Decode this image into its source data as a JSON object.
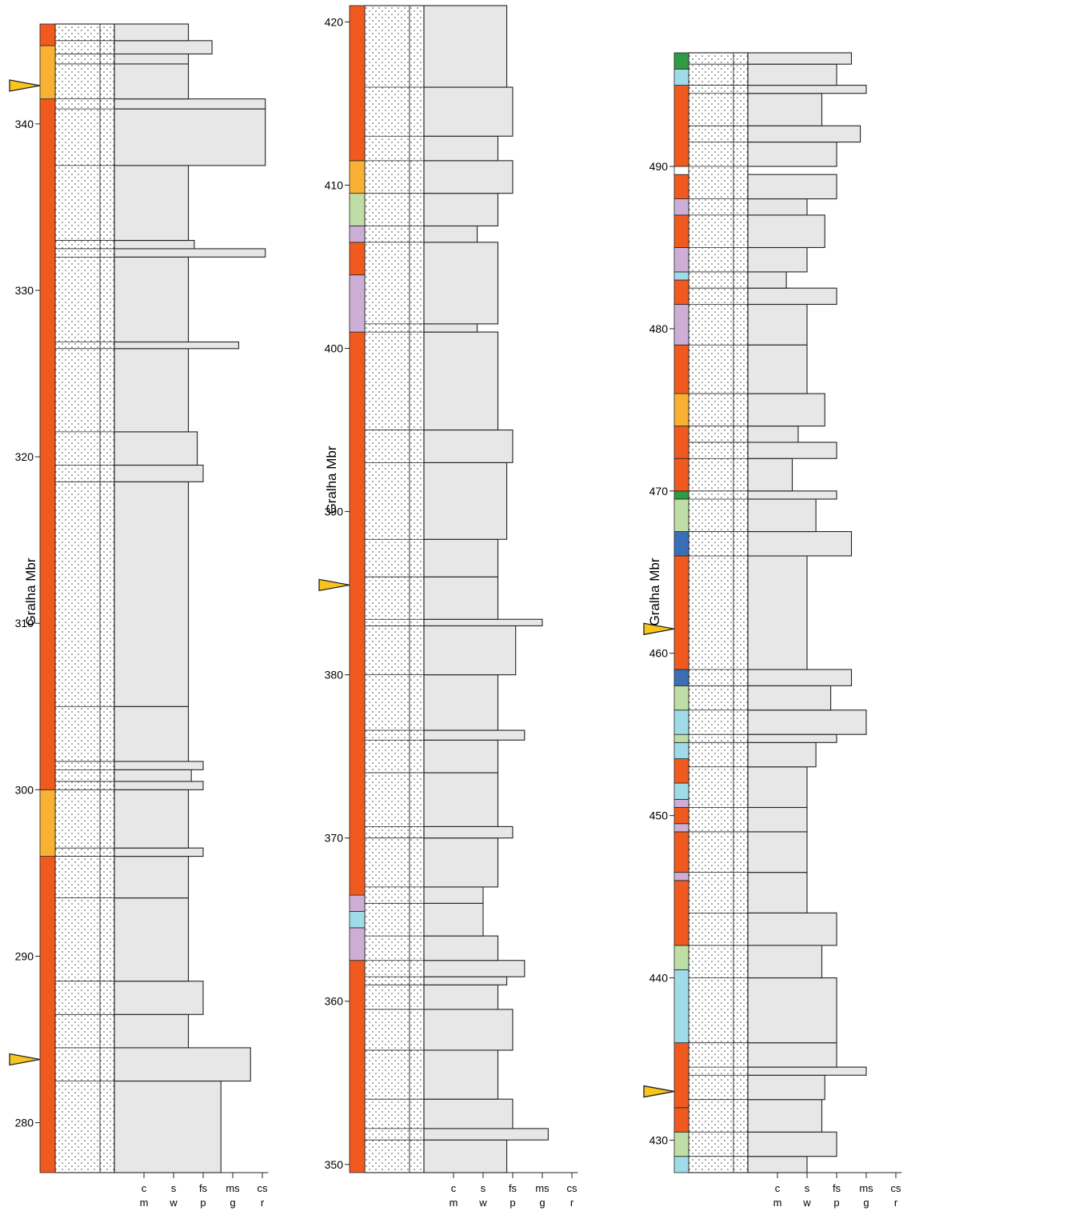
{
  "member_label": "Gralha Mbr",
  "colors": {
    "orange": "#f05a1f",
    "yellow_orange": "#f8b133",
    "purple": "#cdaed6",
    "light_green": "#bedea5",
    "light_blue": "#9fdbe8",
    "dark_green": "#2f9b45",
    "blue": "#3a6fb8",
    "box": "#e7e7e7",
    "marker": "#f7c51c"
  },
  "grain_axis": {
    "top_labels": [
      "c",
      "s",
      "fs",
      "ms",
      "cs"
    ],
    "bottom_labels": [
      "m",
      "w",
      "p",
      "g",
      "r"
    ]
  },
  "columns": [
    {
      "id": "left",
      "depth_range": [
        277,
        346
      ],
      "ticks": [
        "280",
        "290",
        "300",
        "310",
        "320",
        "330",
        "340"
      ],
      "color_bar": [
        {
          "from": 277,
          "to": 296,
          "color": "orange"
        },
        {
          "from": 296,
          "to": 300,
          "color": "yellow_orange"
        },
        {
          "from": 300,
          "to": 341.5,
          "color": "orange"
        },
        {
          "from": 341.5,
          "to": 344.7,
          "color": "yellow_orange"
        },
        {
          "from": 344.7,
          "to": 346,
          "color": "orange"
        }
      ],
      "beds": [
        {
          "from": 277,
          "to": 282.5,
          "w": 3.6
        },
        {
          "from": 282.5,
          "to": 284.5,
          "w": 4.6
        },
        {
          "from": 284.5,
          "to": 286.5,
          "w": 2.5
        },
        {
          "from": 286.5,
          "to": 288.5,
          "w": 3
        },
        {
          "from": 288.5,
          "to": 293.5,
          "w": 2.5
        },
        {
          "from": 293.5,
          "to": 296,
          "w": 2.5
        },
        {
          "from": 296,
          "to": 296.5,
          "w": 3
        },
        {
          "from": 296.5,
          "to": 300,
          "w": 2.5
        },
        {
          "from": 300,
          "to": 300.5,
          "w": 3
        },
        {
          "from": 300.5,
          "to": 301.2,
          "w": 2.6
        },
        {
          "from": 301.2,
          "to": 301.7,
          "w": 3
        },
        {
          "from": 301.7,
          "to": 305,
          "w": 2.5
        },
        {
          "from": 305,
          "to": 318.5,
          "w": 2.5
        },
        {
          "from": 318.5,
          "to": 319.5,
          "w": 3
        },
        {
          "from": 319.5,
          "to": 321.5,
          "w": 2.8
        },
        {
          "from": 321.5,
          "to": 326.5,
          "w": 2.5
        },
        {
          "from": 326.5,
          "to": 326.9,
          "w": 4.2
        },
        {
          "from": 326.9,
          "to": 332,
          "w": 2.5
        },
        {
          "from": 332,
          "to": 332.5,
          "w": 5.1
        },
        {
          "from": 332.5,
          "to": 333,
          "w": 2.7
        },
        {
          "from": 333,
          "to": 337.5,
          "w": 2.5
        },
        {
          "from": 337.5,
          "to": 340.9,
          "w": 5.1
        },
        {
          "from": 340.9,
          "to": 341.5,
          "w": 5.1
        },
        {
          "from": 341.5,
          "to": 343.6,
          "w": 2.5
        },
        {
          "from": 343.6,
          "to": 344.2,
          "w": 2.5
        },
        {
          "from": 344.2,
          "to": 345,
          "w": 3.3
        },
        {
          "from": 345,
          "to": 346,
          "w": 2.5
        }
      ],
      "markers": [
        283.8,
        342.3
      ]
    },
    {
      "id": "middle",
      "depth_range": [
        349.5,
        421
      ],
      "ticks": [
        "350",
        "360",
        "370",
        "380",
        "390",
        "400",
        "410",
        "420"
      ],
      "color_bar": [
        {
          "from": 349.5,
          "to": 362.5,
          "color": "orange"
        },
        {
          "from": 362.5,
          "to": 364.5,
          "color": "purple"
        },
        {
          "from": 364.5,
          "to": 365.5,
          "color": "light_blue"
        },
        {
          "from": 365.5,
          "to": 366.5,
          "color": "purple"
        },
        {
          "from": 366.5,
          "to": 401,
          "color": "orange"
        },
        {
          "from": 401,
          "to": 404.5,
          "color": "purple"
        },
        {
          "from": 404.5,
          "to": 406.5,
          "color": "orange"
        },
        {
          "from": 406.5,
          "to": 407.5,
          "color": "purple"
        },
        {
          "from": 407.5,
          "to": 409.5,
          "color": "light_green"
        },
        {
          "from": 409.5,
          "to": 411.5,
          "color": "yellow_orange"
        },
        {
          "from": 411.5,
          "to": 421,
          "color": "orange"
        }
      ],
      "beds": [
        {
          "from": 349.5,
          "to": 351.5,
          "w": 2.8
        },
        {
          "from": 351.5,
          "to": 352.2,
          "w": 4.2
        },
        {
          "from": 352.2,
          "to": 354,
          "w": 3
        },
        {
          "from": 354,
          "to": 357,
          "w": 2.5
        },
        {
          "from": 357,
          "to": 359.5,
          "w": 3
        },
        {
          "from": 359.5,
          "to": 361,
          "w": 2.5
        },
        {
          "from": 361,
          "to": 361.5,
          "w": 2.8
        },
        {
          "from": 361.5,
          "to": 362.5,
          "w": 3.4
        },
        {
          "from": 362.5,
          "to": 364,
          "w": 2.5
        },
        {
          "from": 364,
          "to": 366,
          "w": 2
        },
        {
          "from": 366,
          "to": 367,
          "w": 2
        },
        {
          "from": 367,
          "to": 370,
          "w": 2.5
        },
        {
          "from": 370,
          "to": 370.7,
          "w": 3
        },
        {
          "from": 370.7,
          "to": 374,
          "w": 2.5
        },
        {
          "from": 374,
          "to": 376,
          "w": 2.5
        },
        {
          "from": 376,
          "to": 376.6,
          "w": 3.4
        },
        {
          "from": 376.6,
          "to": 380,
          "w": 2.5
        },
        {
          "from": 380,
          "to": 383,
          "w": 3.1
        },
        {
          "from": 383,
          "to": 383.4,
          "w": 4
        },
        {
          "from": 383.4,
          "to": 386,
          "w": 2.5
        },
        {
          "from": 386,
          "to": 388.3,
          "w": 2.5
        },
        {
          "from": 388.3,
          "to": 393,
          "w": 2.8
        },
        {
          "from": 393,
          "to": 395,
          "w": 3
        },
        {
          "from": 395,
          "to": 401,
          "w": 2.5
        },
        {
          "from": 401,
          "to": 401.5,
          "w": 1.8
        },
        {
          "from": 401.5,
          "to": 406.5,
          "w": 2.5
        },
        {
          "from": 406.5,
          "to": 407.5,
          "w": 1.8
        },
        {
          "from": 407.5,
          "to": 409.5,
          "w": 2.5
        },
        {
          "from": 409.5,
          "to": 411.5,
          "w": 3
        },
        {
          "from": 411.5,
          "to": 413,
          "w": 2.5
        },
        {
          "from": 413,
          "to": 416,
          "w": 3
        },
        {
          "from": 416,
          "to": 421,
          "w": 2.8
        }
      ],
      "markers": [
        385.5
      ]
    },
    {
      "id": "right",
      "depth_range": [
        428,
        497
      ],
      "ticks": [
        "430",
        "440",
        "450",
        "460",
        "470",
        "480",
        "490"
      ],
      "color_bar": [
        {
          "from": 428,
          "to": 429,
          "color": "light_blue"
        },
        {
          "from": 429,
          "to": 430.5,
          "color": "light_green"
        },
        {
          "from": 430.5,
          "to": 432,
          "color": "orange"
        },
        {
          "from": 432,
          "to": 436,
          "color": "orange"
        },
        {
          "from": 436,
          "to": 440.5,
          "color": "light_blue"
        },
        {
          "from": 440.5,
          "to": 442,
          "color": "light_green"
        },
        {
          "from": 442,
          "to": 446,
          "color": "orange"
        },
        {
          "from": 446,
          "to": 446.5,
          "color": "purple"
        },
        {
          "from": 446.5,
          "to": 449,
          "color": "orange"
        },
        {
          "from": 449,
          "to": 449.5,
          "color": "purple"
        },
        {
          "from": 449.5,
          "to": 450.5,
          "color": "orange"
        },
        {
          "from": 450.5,
          "to": 451,
          "color": "purple"
        },
        {
          "from": 451,
          "to": 452,
          "color": "light_blue"
        },
        {
          "from": 452,
          "to": 453.5,
          "color": "orange"
        },
        {
          "from": 453.5,
          "to": 454.5,
          "color": "light_blue"
        },
        {
          "from": 454.5,
          "to": 455,
          "color": "light_green"
        },
        {
          "from": 455,
          "to": 456.5,
          "color": "light_blue"
        },
        {
          "from": 456.5,
          "to": 458,
          "color": "light_green"
        },
        {
          "from": 458,
          "to": 459,
          "color": "blue"
        },
        {
          "from": 459,
          "to": 466,
          "color": "orange"
        },
        {
          "from": 466,
          "to": 467.5,
          "color": "blue"
        },
        {
          "from": 467.5,
          "to": 469.5,
          "color": "light_green"
        },
        {
          "from": 469.5,
          "to": 470,
          "color": "dark_green"
        },
        {
          "from": 470,
          "to": 472,
          "color": "orange"
        },
        {
          "from": 472,
          "to": 474,
          "color": "orange"
        },
        {
          "from": 474,
          "to": 476,
          "color": "yellow_orange"
        },
        {
          "from": 476,
          "to": 479,
          "color": "orange"
        },
        {
          "from": 479,
          "to": 481.5,
          "color": "purple"
        },
        {
          "from": 481.5,
          "to": 483,
          "color": "orange"
        },
        {
          "from": 483,
          "to": 483.5,
          "color": "light_blue"
        },
        {
          "from": 483.5,
          "to": 485,
          "color": "purple"
        },
        {
          "from": 485,
          "to": 487,
          "color": "orange"
        },
        {
          "from": 487,
          "to": 488,
          "color": "purple"
        },
        {
          "from": 488,
          "to": 489.5,
          "color": "orange"
        },
        {
          "from": 489.5,
          "to": 490,
          "color": "white"
        },
        {
          "from": 490,
          "to": 495,
          "color": "orange"
        },
        {
          "from": 495,
          "to": 496,
          "color": "light_blue"
        },
        {
          "from": 496,
          "to": 497,
          "color": "dark_green"
        }
      ],
      "beds": [
        {
          "from": 428,
          "to": 429,
          "w": 2
        },
        {
          "from": 429,
          "to": 430.5,
          "w": 3
        },
        {
          "from": 430.5,
          "to": 432.5,
          "w": 2.5
        },
        {
          "from": 432.5,
          "to": 434,
          "w": 2.6
        },
        {
          "from": 434,
          "to": 434.5,
          "w": 4
        },
        {
          "from": 434.5,
          "to": 436,
          "w": 3
        },
        {
          "from": 436,
          "to": 440,
          "w": 3
        },
        {
          "from": 440,
          "to": 442,
          "w": 2.5
        },
        {
          "from": 442,
          "to": 444,
          "w": 3
        },
        {
          "from": 444,
          "to": 446.5,
          "w": 2
        },
        {
          "from": 446.5,
          "to": 449,
          "w": 2
        },
        {
          "from": 449,
          "to": 450.5,
          "w": 2
        },
        {
          "from": 450.5,
          "to": 453,
          "w": 2
        },
        {
          "from": 453,
          "to": 454.5,
          "w": 2.3
        },
        {
          "from": 454.5,
          "to": 455,
          "w": 3
        },
        {
          "from": 455,
          "to": 456.5,
          "w": 4
        },
        {
          "from": 456.5,
          "to": 458,
          "w": 2.8
        },
        {
          "from": 458,
          "to": 459,
          "w": 3.5
        },
        {
          "from": 459,
          "to": 466,
          "w": 2
        },
        {
          "from": 466,
          "to": 467.5,
          "w": 3.5
        },
        {
          "from": 467.5,
          "to": 469.5,
          "w": 2.3
        },
        {
          "from": 469.5,
          "to": 470,
          "w": 3
        },
        {
          "from": 470,
          "to": 472,
          "w": 1.5
        },
        {
          "from": 472,
          "to": 473,
          "w": 3
        },
        {
          "from": 473,
          "to": 474,
          "w": 1.7
        },
        {
          "from": 474,
          "to": 476,
          "w": 2.6
        },
        {
          "from": 476,
          "to": 479,
          "w": 2
        },
        {
          "from": 479,
          "to": 481.5,
          "w": 2
        },
        {
          "from": 481.5,
          "to": 482.5,
          "w": 3
        },
        {
          "from": 482.5,
          "to": 483.5,
          "w": 1.3
        },
        {
          "from": 483.5,
          "to": 485,
          "w": 2
        },
        {
          "from": 485,
          "to": 487,
          "w": 2.6
        },
        {
          "from": 487,
          "to": 488,
          "w": 2
        },
        {
          "from": 488,
          "to": 489.5,
          "w": 3
        },
        {
          "from": 490,
          "to": 491.5,
          "w": 3
        },
        {
          "from": 491.5,
          "to": 492.5,
          "w": 3.8
        },
        {
          "from": 492.5,
          "to": 494.5,
          "w": 2.5
        },
        {
          "from": 494.5,
          "to": 495,
          "w": 4
        },
        {
          "from": 495,
          "to": 496.3,
          "w": 3
        },
        {
          "from": 496.3,
          "to": 497,
          "w": 3.5
        }
      ],
      "markers": [
        433,
        461.5
      ]
    }
  ]
}
